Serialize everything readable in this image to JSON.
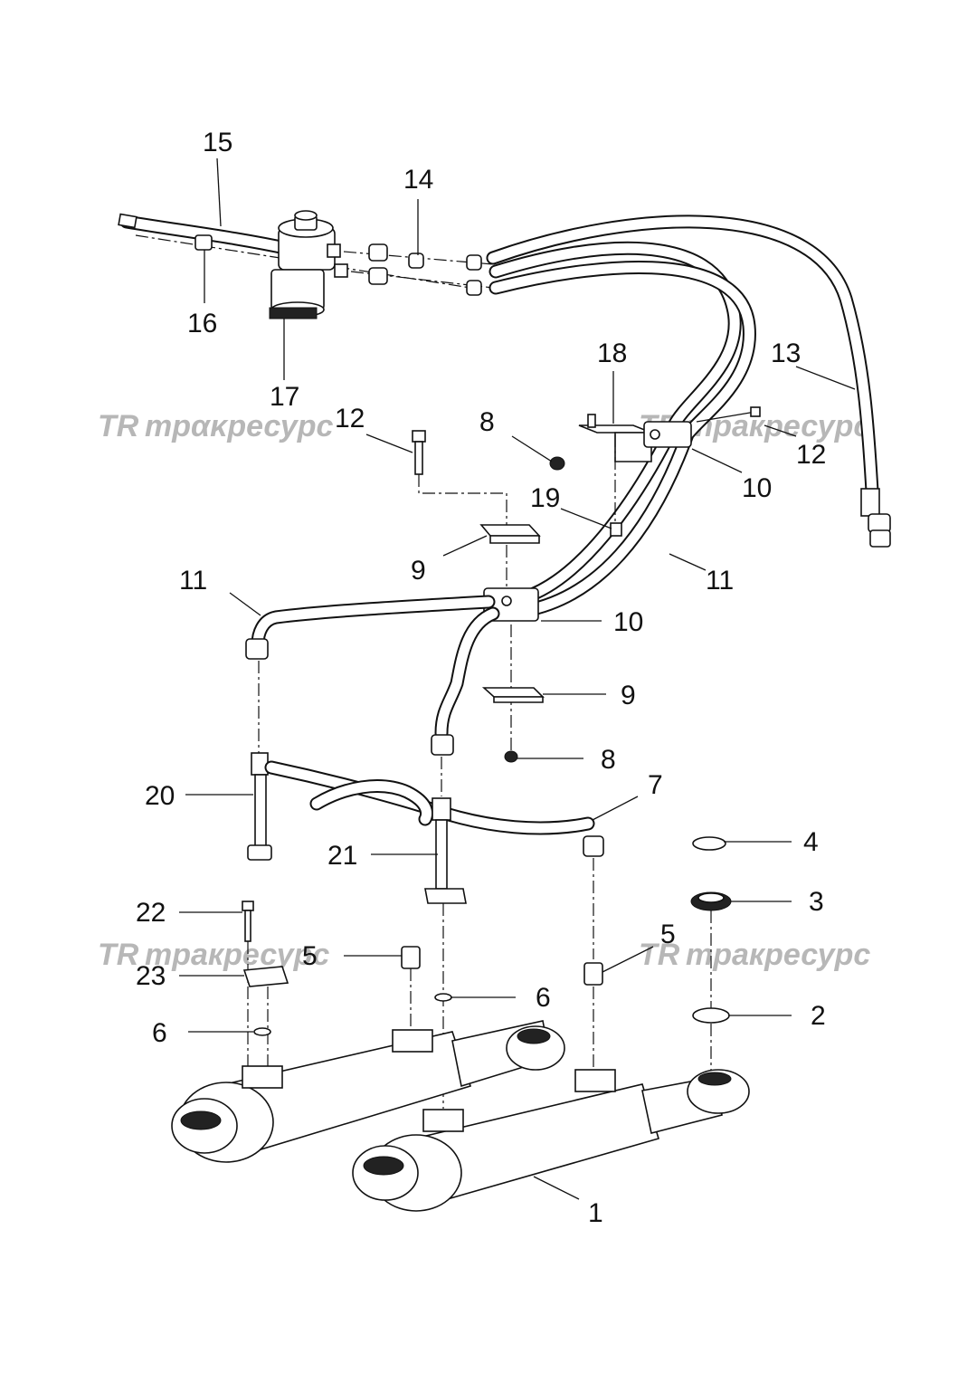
{
  "watermarks": [
    {
      "text": "трακресурс",
      "logo": "TR"
    },
    {
      "text": "тракресурс",
      "logo": "TR"
    },
    {
      "text": "тракресурс",
      "logo": "TR"
    },
    {
      "text": "тракресурс",
      "logo": "TR"
    }
  ],
  "callouts": {
    "c1": "1",
    "c2": "2",
    "c3": "3",
    "c4": "4",
    "c5a": "5",
    "c5b": "5",
    "c6a": "6",
    "c6b": "6",
    "c7": "7",
    "c8a": "8",
    "c8b": "8",
    "c9a": "9",
    "c9b": "9",
    "c10a": "10",
    "c10b": "10",
    "c11a": "11",
    "c11b": "11",
    "c12a": "12",
    "c12b": "12",
    "c13": "13",
    "c14": "14",
    "c15": "15",
    "c16": "16",
    "c17": "17",
    "c18": "18",
    "c19": "19",
    "c20": "20",
    "c21": "21",
    "c22": "22",
    "c23": "23"
  },
  "colors": {
    "line": "#111111",
    "watermark": "#b7b7b7"
  }
}
